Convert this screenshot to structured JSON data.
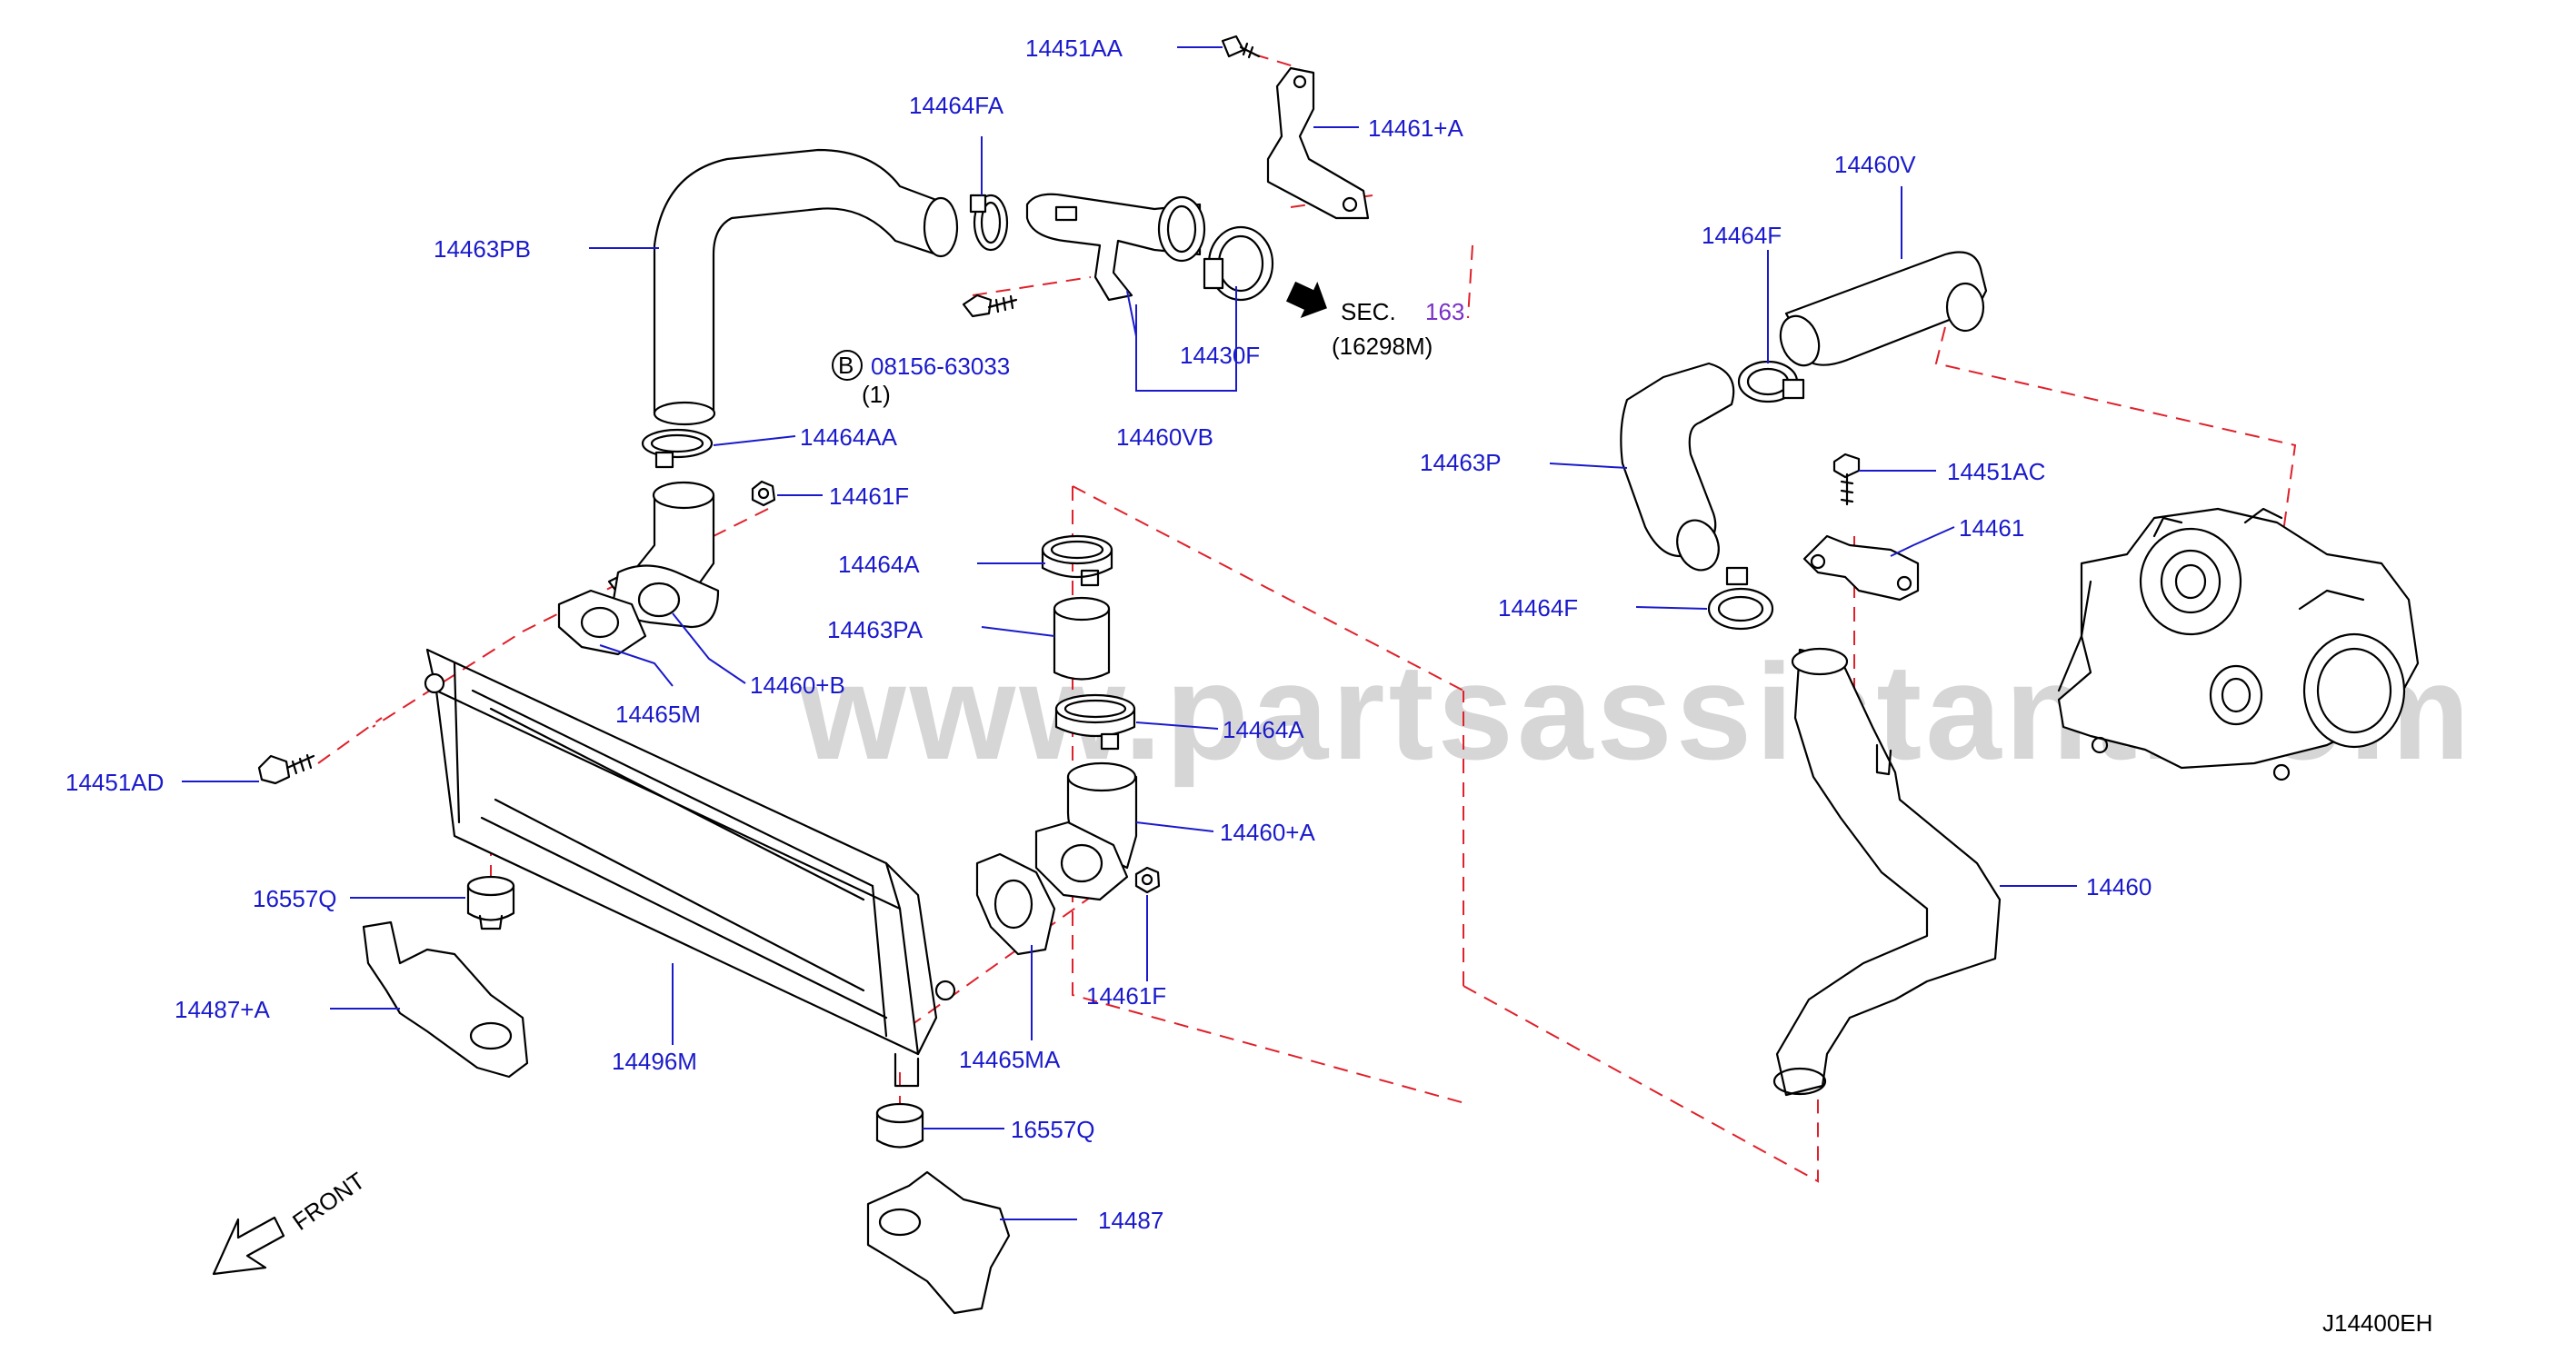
{
  "watermark": "www.partsassistant.com",
  "diagram_code": "J14400EH",
  "front_label": "FRONT",
  "sec_ref": {
    "sec": "SEC.",
    "number": "163",
    "sub": "(16298M)"
  },
  "bolt_ref": {
    "badge": "B",
    "part": "08156-63033",
    "qty": "(1)"
  },
  "colors": {
    "label": "#1a1acc",
    "dash": "#e0202a",
    "sec_number": "#7a30c8"
  },
  "labels": {
    "p14451AA": "14451AA",
    "p14464FA": "14464FA",
    "p14461A_top": "14461+A",
    "p14463PB": "14463PB",
    "p14430F": "14430F",
    "p14460VB": "14460VB",
    "p14464AA": "14464AA",
    "p14461F_top": "14461F",
    "p14464A_top": "14464A",
    "p14463PA": "14463PA",
    "p14460B": "14460+B",
    "p14465M": "14465M",
    "p14464A_bot": "14464A",
    "p14451AD": "14451AD",
    "p14460A": "14460+A",
    "p16557Q_left": "16557Q",
    "p14487A": "14487+A",
    "p14461F_bot": "14461F",
    "p14465MA": "14465MA",
    "p14496M": "14496M",
    "p16557Q_right": "16557Q",
    "p14487": "14487",
    "p14460V": "14460V",
    "p14464F_top": "14464F",
    "p14463P": "14463P",
    "p14451AC": "14451AC",
    "p14461": "14461",
    "p14464F_bot": "14464F",
    "p14460": "14460"
  }
}
